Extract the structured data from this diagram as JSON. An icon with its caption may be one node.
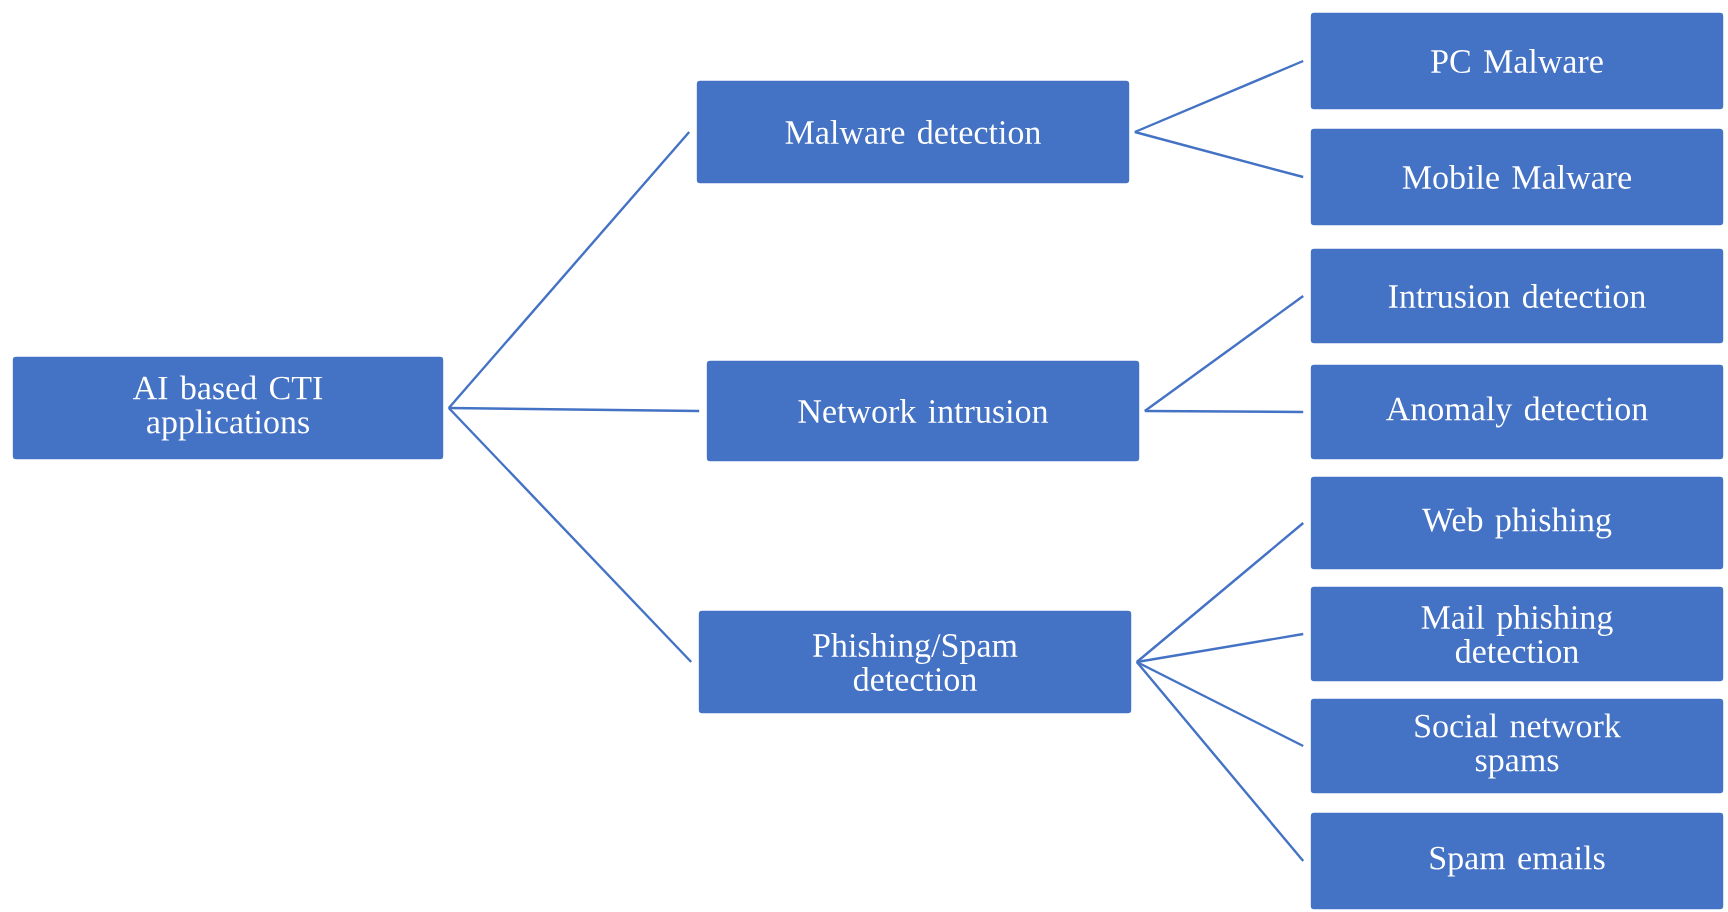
{
  "diagram": {
    "nodes": [
      {
        "text": [
          "AI based CTI applications"
        ]
      },
      {
        "text": [
          "Malware detection"
        ]
      },
      {
        "text": [
          "Network intrusion"
        ]
      },
      {
        "text": [
          "Phishing/Spam detection"
        ]
      },
      {
        "text": [
          "PC Malware"
        ]
      },
      {
        "text": [
          "Mobile Malware"
        ]
      },
      {
        "text": [
          "Intrusion detection"
        ]
      },
      {
        "text": [
          "Anomaly detection"
        ]
      },
      {
        "text": [
          "Web phishing"
        ]
      },
      {
        "text": [
          "Mail phishing detection"
        ]
      },
      {
        "text": [
          "Social network spams"
        ]
      },
      {
        "text": [
          "Spam emails"
        ]
      }
    ],
    "edges": [
      {
        "from": 0,
        "to": 1,
        "arrow": "none"
      },
      {
        "from": 0,
        "to": 2,
        "arrow": "none"
      },
      {
        "from": 0,
        "to": 3,
        "arrow": "none"
      },
      {
        "from": 1,
        "to": 4,
        "arrow": "none"
      },
      {
        "from": 1,
        "to": 5,
        "arrow": "none"
      },
      {
        "from": 2,
        "to": 6,
        "arrow": "none"
      },
      {
        "from": 2,
        "to": 7,
        "arrow": "none"
      },
      {
        "from": 3,
        "to": 8,
        "arrow": "none"
      },
      {
        "from": 3,
        "to": 9,
        "arrow": "none"
      },
      {
        "from": 3,
        "to": 10,
        "arrow": "none"
      },
      {
        "from": 3,
        "to": 11,
        "arrow": "none"
      }
    ]
  }
}
